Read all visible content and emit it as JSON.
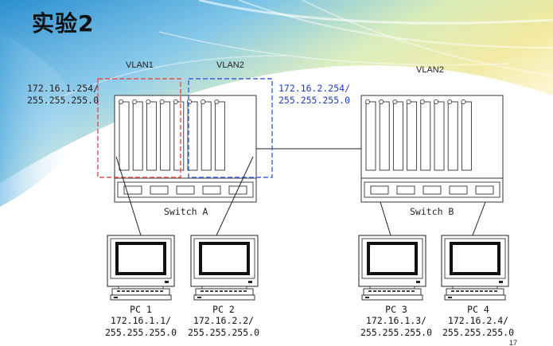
{
  "slide": {
    "title": "实验2",
    "page_number": "17"
  },
  "vlans": [
    {
      "label": "VLAN1"
    },
    {
      "label": "VLAN2"
    },
    {
      "label": "VLAN2"
    }
  ],
  "gateways": {
    "vlan1": {
      "ip": "172.16.1.254/",
      "mask": "255.255.255.0",
      "color": "#222222"
    },
    "vlan2": {
      "ip": "172.16.2.254/",
      "mask": "255.255.255.0",
      "color": "#1e3cc8"
    }
  },
  "switches": [
    {
      "name": "Switch A"
    },
    {
      "name": "Switch B"
    }
  ],
  "pcs": [
    {
      "name": "PC 1",
      "ip": "172.16.1.1/",
      "mask": "255.255.255.0"
    },
    {
      "name": "PC 2",
      "ip": "172.16.2.2/",
      "mask": "255.255.255.0"
    },
    {
      "name": "PC 3",
      "ip": "172.16.1.3/",
      "mask": "255.255.255.0"
    },
    {
      "name": "PC 4",
      "ip": "172.16.2.4/",
      "mask": "255.255.255.0"
    }
  ],
  "colors": {
    "vlan1_box": "#e05050",
    "vlan2_box": "#4060e0"
  }
}
